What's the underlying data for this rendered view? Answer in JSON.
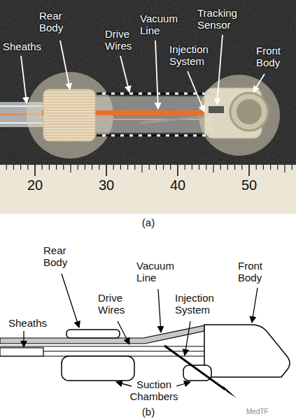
{
  "diagram": {
    "labels": [
      "Rear Body",
      "Sheaths",
      "Drive Wires",
      "Vacuum Line",
      "Injection System",
      "Tracking Sensor",
      "Front Body",
      "20",
      "30",
      "40",
      "50",
      "(a)",
      "Rear Body",
      "Vacuum Line",
      "Drive Wires",
      "Injection System",
      "Front Body",
      "Sheaths",
      "Suction Chambers",
      "(b)",
      "MedTF"
    ]
  }
}
